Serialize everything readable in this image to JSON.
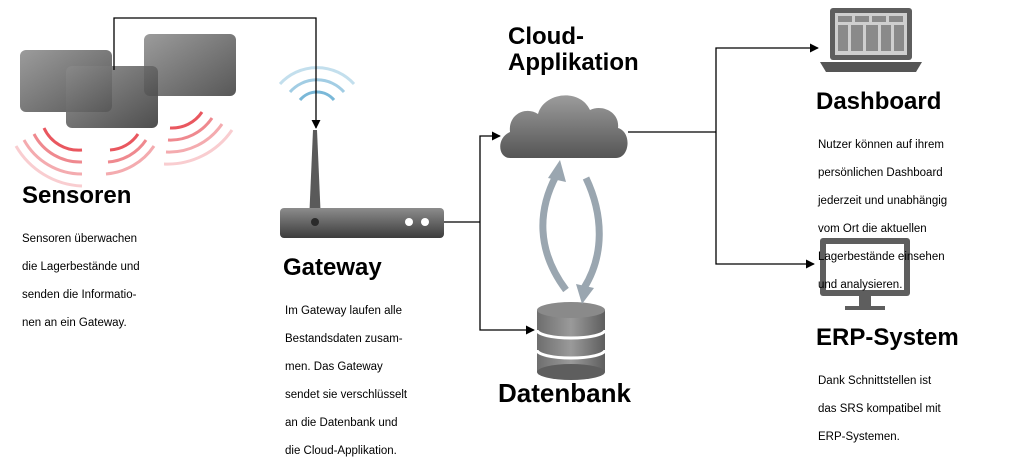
{
  "nodes": {
    "sensoren": {
      "title": "Sensoren",
      "description": [
        "Sensoren überwachen",
        "die Lagerbestände und",
        "senden die Informatio-",
        "nen an ein Gateway."
      ]
    },
    "gateway": {
      "title": "Gateway",
      "description": [
        "Im Gateway laufen alle",
        "Bestandsdaten zusam-",
        "men. Das Gateway",
        "sendet sie verschlüsselt",
        "an die Datenbank und",
        "die Cloud-Applikation."
      ]
    },
    "cloud": {
      "title_lines": [
        "Cloud-",
        "Applikation"
      ]
    },
    "datenbank": {
      "title": "Datenbank"
    },
    "dashboard": {
      "title": "Dashboard",
      "description": [
        "Nutzer können auf ihrem",
        "persönlichen Dashboard",
        "jederzeit und unabhängig",
        "vom Ort die aktuellen",
        "Lagerbestände einsehen",
        "und analysieren."
      ]
    },
    "erp": {
      "title": "ERP-System",
      "description": [
        "Dank Schnittstellen ist",
        "das SRS kompatibel mit",
        "ERP-Systemen."
      ]
    }
  },
  "colors": {
    "sensor_gray": "#5a5a5a",
    "signal_red": "#e0303a",
    "signal_blue": "#7ab8d8",
    "device_gray": "#6e6e6e",
    "arrow_gray": "#9aa6b0",
    "line": "#000000"
  }
}
